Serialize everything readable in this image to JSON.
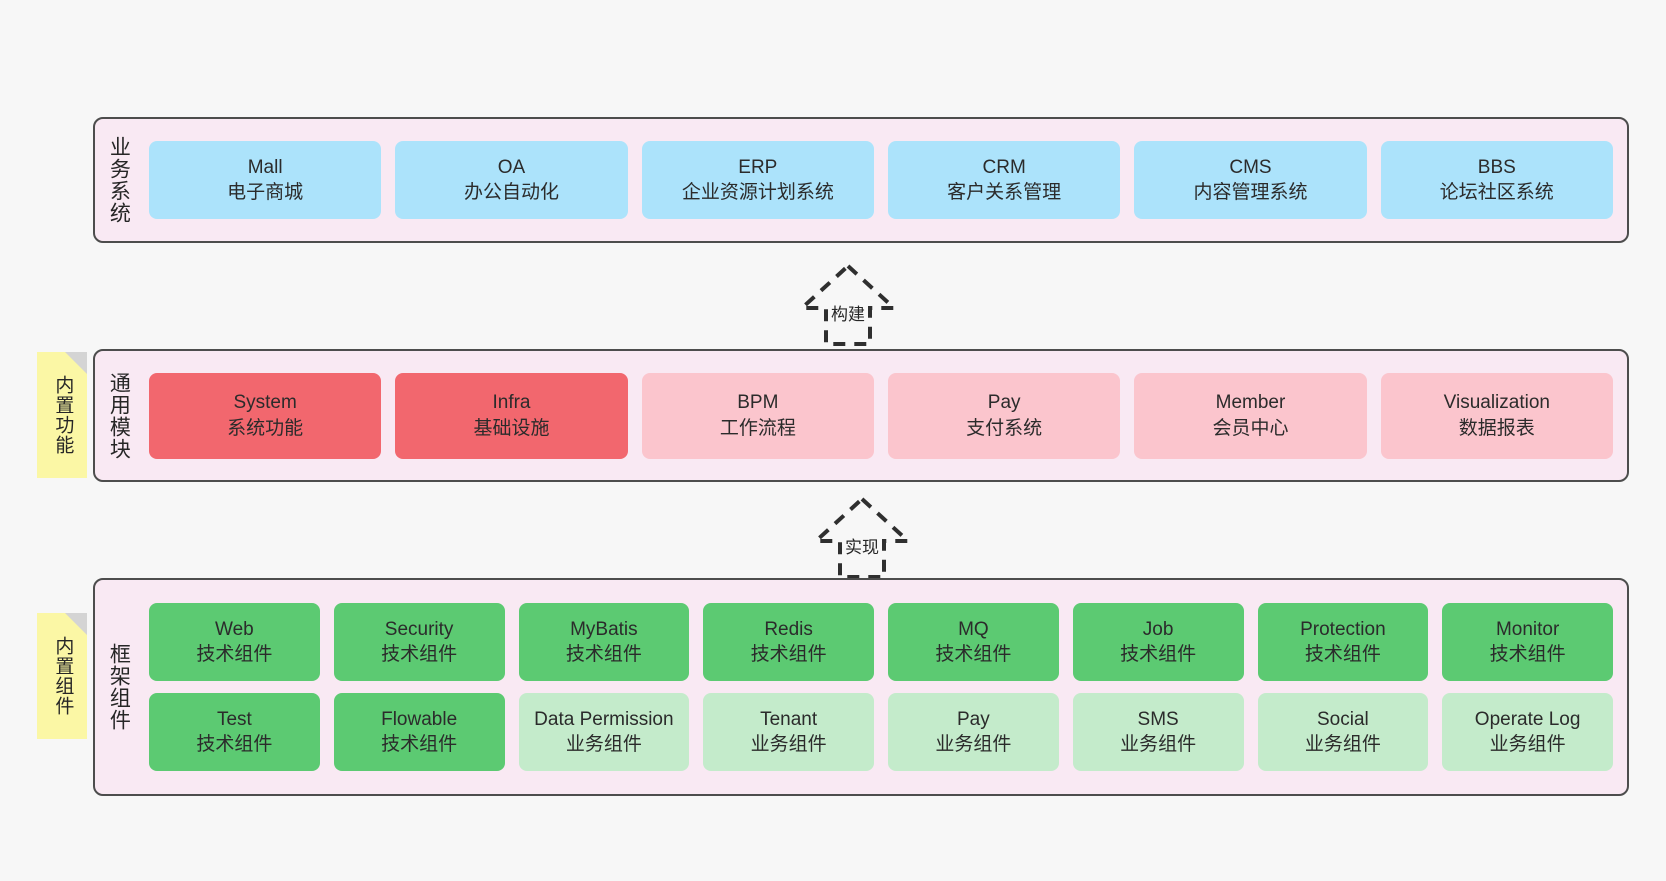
{
  "diagram": {
    "background": "#f7f7f7",
    "panel_fill": "#f9e9f3",
    "panel_border": "#4d4d4d",
    "colors": {
      "business_card": "#ace3fb",
      "module_card": "#fbc5cd",
      "module_card_strong": "#f2676e",
      "framework_card": "#c4ebcb",
      "framework_card_strong": "#5cca72",
      "note_fill": "#fbf7a5",
      "note_fold": "#d4d4d4"
    }
  },
  "layers": {
    "business": {
      "title": "业务系统",
      "cards": [
        {
          "en": "Mall",
          "cn": "电子商城"
        },
        {
          "en": "OA",
          "cn": "办公自动化"
        },
        {
          "en": "ERP",
          "cn": "企业资源计划系统"
        },
        {
          "en": "CRM",
          "cn": "客户关系管理"
        },
        {
          "en": "CMS",
          "cn": "内容管理系统"
        },
        {
          "en": "BBS",
          "cn": "论坛社区系统"
        }
      ]
    },
    "modules": {
      "title": "通用模块",
      "note": "内置功能",
      "cards": [
        {
          "en": "System",
          "cn": "系统功能",
          "emphasis": true
        },
        {
          "en": "Infra",
          "cn": "基础设施",
          "emphasis": true
        },
        {
          "en": "BPM",
          "cn": "工作流程",
          "emphasis": false
        },
        {
          "en": "Pay",
          "cn": "支付系统",
          "emphasis": false
        },
        {
          "en": "Member",
          "cn": "会员中心",
          "emphasis": false
        },
        {
          "en": "Visualization",
          "cn": "数据报表",
          "emphasis": false
        }
      ]
    },
    "framework": {
      "title": "框架组件",
      "note": "内置组件",
      "row1": [
        {
          "en": "Web",
          "cn": "技术组件",
          "emphasis": true
        },
        {
          "en": "Security",
          "cn": "技术组件",
          "emphasis": true
        },
        {
          "en": "MyBatis",
          "cn": "技术组件",
          "emphasis": true
        },
        {
          "en": "Redis",
          "cn": "技术组件",
          "emphasis": true
        },
        {
          "en": "MQ",
          "cn": "技术组件",
          "emphasis": true
        },
        {
          "en": "Job",
          "cn": "技术组件",
          "emphasis": true
        },
        {
          "en": "Protection",
          "cn": "技术组件",
          "emphasis": true
        },
        {
          "en": "Monitor",
          "cn": "技术组件",
          "emphasis": true
        }
      ],
      "row2": [
        {
          "en": "Test",
          "cn": "技术组件",
          "emphasis": true
        },
        {
          "en": "Flowable",
          "cn": "技术组件",
          "emphasis": true
        },
        {
          "en": "Data Permission",
          "cn": "业务组件",
          "emphasis": false
        },
        {
          "en": "Tenant",
          "cn": "业务组件",
          "emphasis": false
        },
        {
          "en": "Pay",
          "cn": "业务组件",
          "emphasis": false
        },
        {
          "en": "SMS",
          "cn": "业务组件",
          "emphasis": false
        },
        {
          "en": "Social",
          "cn": "业务组件",
          "emphasis": false
        },
        {
          "en": "Operate Log",
          "cn": "业务组件",
          "emphasis": false
        }
      ]
    }
  },
  "connectors": [
    {
      "label": "构建",
      "icon": "up-arrow-dashed"
    },
    {
      "label": "实现",
      "icon": "up-arrow-dashed"
    }
  ]
}
